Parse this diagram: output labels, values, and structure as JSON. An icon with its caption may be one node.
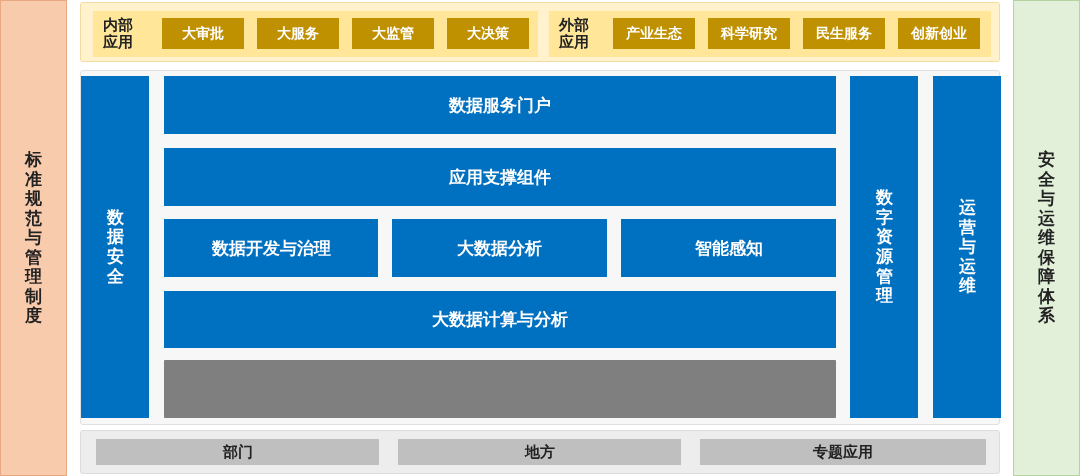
{
  "diagram": {
    "nodes": [
      {
        "text": [
          "标准规范与管理制度"
        ]
      },
      {
        "text": [],
        "shape": "box"
      },
      {
        "text": [
          "内部应用"
        ],
        "in": 1
      },
      {
        "text": [
          "大审批"
        ],
        "in": 2
      },
      {
        "text": [
          "大服务"
        ],
        "in": 2
      },
      {
        "text": [
          "大监管"
        ],
        "in": 2
      },
      {
        "text": [
          "大决策"
        ],
        "in": 2
      },
      {
        "text": [
          "外部应用"
        ],
        "in": 1
      },
      {
        "text": [
          "产业生态"
        ],
        "in": 7
      },
      {
        "text": [
          "科学研究"
        ],
        "in": 7
      },
      {
        "text": [
          "民生服务"
        ],
        "in": 7
      },
      {
        "text": [
          "创新创业"
        ],
        "in": 7
      },
      {
        "text": [],
        "shape": "box"
      },
      {
        "text": [
          "数据安全"
        ],
        "in": 12
      },
      {
        "text": [
          "数据服务门户"
        ],
        "in": 12
      },
      {
        "text": [
          "应用支撑组件"
        ],
        "in": 12
      },
      {
        "text": [
          "数据开发与治理"
        ],
        "in": 12
      },
      {
        "text": [
          "大数据分析"
        ],
        "in": 12
      },
      {
        "text": [
          "智能感知"
        ],
        "in": 12
      },
      {
        "text": [
          "大数据计算与分析"
        ],
        "in": 12
      },
      {
        "text": [],
        "shape": "bar",
        "in": 12
      },
      {
        "text": [
          "数字资源管理"
        ],
        "in": 12
      },
      {
        "text": [
          "运营与运维"
        ],
        "in": 12
      },
      {
        "text": [],
        "shape": "box"
      },
      {
        "text": [
          "部门"
        ],
        "in": 23
      },
      {
        "text": [
          "地方"
        ],
        "in": 23
      },
      {
        "text": [
          "专题应用"
        ],
        "in": 23
      },
      {
        "text": [
          "安全与运维保障体系"
        ]
      }
    ]
  }
}
